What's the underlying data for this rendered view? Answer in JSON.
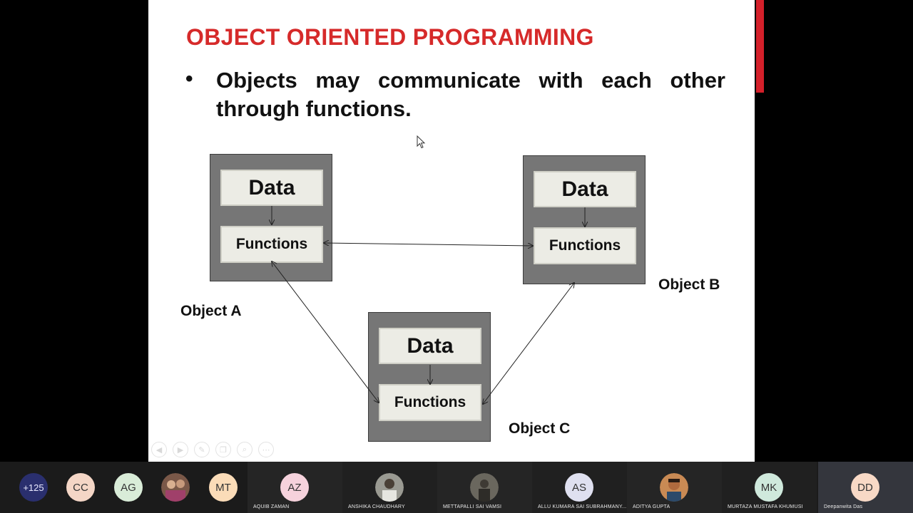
{
  "slide": {
    "title": "OBJECT ORIENTED PROGRAMMING",
    "bullet_symbol": "•",
    "bullet_text": "Objects may communicate with each other through functions.",
    "objects": [
      {
        "data_label": "Data",
        "functions_label": "Functions",
        "name": "Object A"
      },
      {
        "data_label": "Data",
        "functions_label": "Functions",
        "name": "Object B"
      },
      {
        "data_label": "Data",
        "functions_label": "Functions",
        "name": "Object C"
      }
    ],
    "nav_controls": [
      "previous-icon",
      "next-icon",
      "pen-icon",
      "copy-icon",
      "zoom-icon",
      "more-icon"
    ]
  },
  "participants": {
    "more_count": "+125",
    "tiles": [
      {
        "initials": "CC",
        "color": "#f4d6c6",
        "name": ""
      },
      {
        "initials": "AG",
        "color": "#d9ecd8",
        "name": ""
      },
      {
        "initials": "",
        "color": "#6b4a3a",
        "name": "",
        "photo": true
      },
      {
        "initials": "MT",
        "color": "#fbdcb8",
        "name": ""
      },
      {
        "initials": "AZ",
        "color": "#f6d2dc",
        "name": "AQUIB ZAMAN"
      },
      {
        "initials": "",
        "color": "#8a8a80",
        "name": "ANSHIKA CHAUDHARY",
        "photo": true
      },
      {
        "initials": "",
        "color": "#5d5a52",
        "name": "METTAPALLI SAI VAMSI",
        "photo": true
      },
      {
        "initials": "AS",
        "color": "#dfe0f0",
        "name": "ALLU KUMARA SAI SUBRAHMANY..."
      },
      {
        "initials": "",
        "color": "#b87a4c",
        "name": "ADITYA GUPTA",
        "photo": true
      },
      {
        "initials": "MK",
        "color": "#cfe9dc",
        "name": "MURTAZA MUSTAFA KHUMUSI"
      },
      {
        "initials": "DD",
        "color": "#f8d9c6",
        "name": "Deepanwita Das"
      }
    ]
  }
}
